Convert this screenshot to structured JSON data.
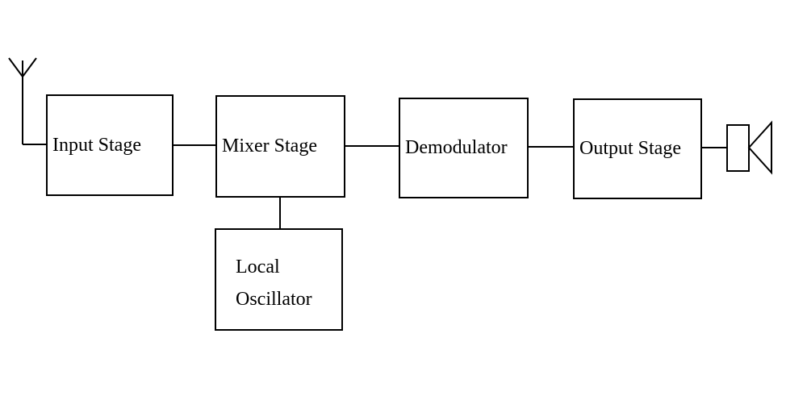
{
  "diagram": {
    "type": "block-diagram",
    "blocks": [
      {
        "id": "input-stage",
        "label": "Input Stage"
      },
      {
        "id": "mixer-stage",
        "label": "Mixer Stage"
      },
      {
        "id": "demodulator",
        "label": "Demodulator"
      },
      {
        "id": "output-stage",
        "label": "Output Stage"
      },
      {
        "id": "local-oscillator",
        "label": "Local Oscillator"
      }
    ],
    "icons": [
      {
        "name": "antenna-icon"
      },
      {
        "name": "speaker-icon"
      }
    ],
    "connectors": [
      {
        "from": "antenna",
        "to": "input-stage"
      },
      {
        "from": "input-stage",
        "to": "mixer-stage"
      },
      {
        "from": "mixer-stage",
        "to": "demodulator"
      },
      {
        "from": "demodulator",
        "to": "output-stage"
      },
      {
        "from": "output-stage",
        "to": "speaker"
      },
      {
        "from": "mixer-stage",
        "to": "local-oscillator"
      }
    ],
    "colors": {
      "line": "#000000",
      "background": "#ffffff",
      "text": "#000000"
    }
  }
}
